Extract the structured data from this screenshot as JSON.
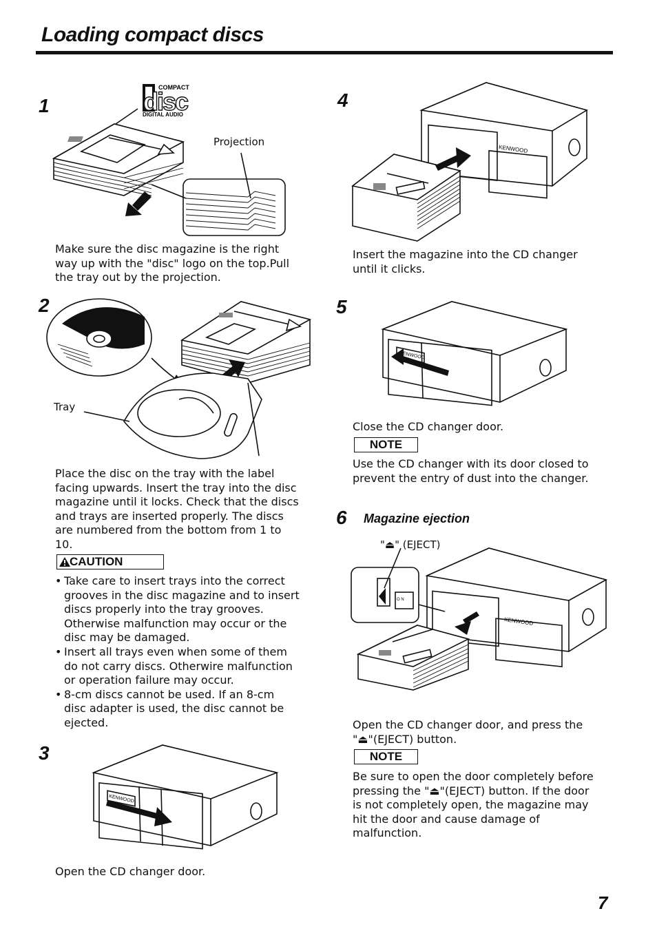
{
  "page": {
    "title": "Loading compact discs",
    "page_number": "7"
  },
  "steps": {
    "s1": {
      "number": "1",
      "logo_text": [
        "COMPACT",
        "disc",
        "DIGITAL AUDIO"
      ],
      "label_projection": "Projection",
      "text": [
        "Make sure the disc magazine is the right",
        "way up with the \"disc\" logo on the top.Pull",
        "the tray out by the projection."
      ]
    },
    "s2": {
      "number": "2",
      "label_tray": "Tray",
      "text": [
        "Place the disc on the tray with the label",
        "facing upwards. Insert the tray into the disc",
        "magazine until it locks. Check that the discs",
        "and trays are inserted properly. The discs",
        "are numbered from the bottom from 1 to",
        "10."
      ],
      "caution_label": "CAUTION",
      "caution_items": [
        [
          "Take care to insert trays into the correct",
          "grooves in the disc magazine and to insert",
          "discs properly into the tray grooves.",
          "Otherwise malfunction may occur or the",
          "disc may be damaged."
        ],
        [
          "Insert all trays even when some of them",
          "do not carry discs. Otherwire malfunction",
          "or operation failure may occur."
        ],
        [
          "8-cm discs cannot be used.  If an 8-cm",
          "disc adapter is used, the disc cannot be",
          "ejected."
        ]
      ]
    },
    "s3": {
      "number": "3",
      "brand": "KENWOOD",
      "text": "Open the CD changer door."
    },
    "s4": {
      "number": "4",
      "brand": "KENWOOD",
      "text": [
        "Insert the magazine into the CD changer",
        "until it clicks."
      ]
    },
    "s5": {
      "number": "5",
      "brand": "KENWOOD",
      "text": "Close the CD changer door.",
      "note_label": "NOTE",
      "note_text": [
        "Use the CD changer with its door closed to",
        "prevent the entry of dust into the changer."
      ]
    },
    "s6": {
      "number": "6",
      "subtitle": "Magazine ejection",
      "eject_label": "\"⏏\" (EJECT)",
      "brand": "KENWOOD",
      "switch_text": "O N",
      "text": [
        "Open the CD changer door, and press the",
        "\"⏏\"(EJECT) button."
      ],
      "note_label": "NOTE",
      "note_text": [
        "Be sure to open the door completely before",
        "pressing the \"⏏\"(EJECT) button. If the door",
        "is not completely open, the magazine may",
        "hit the door and cause damage of",
        "malfunction."
      ]
    }
  },
  "icons": {
    "warning": "warning-triangle-icon",
    "eject": "eject-icon"
  }
}
